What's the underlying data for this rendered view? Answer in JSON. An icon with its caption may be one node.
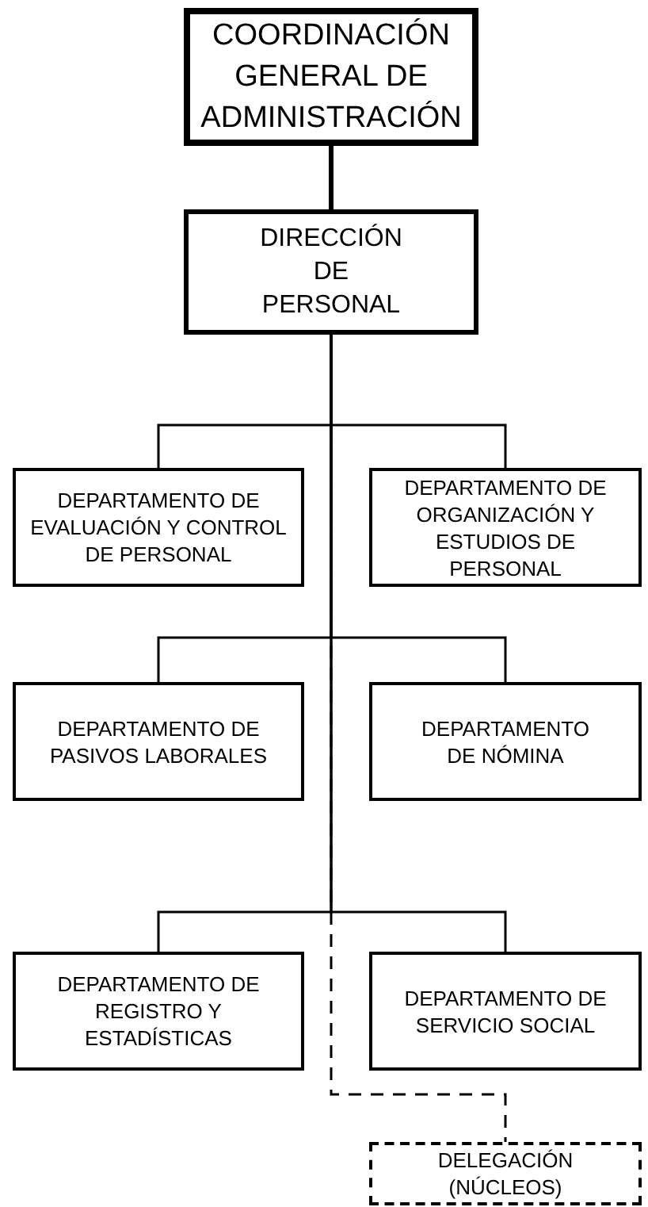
{
  "diagram": {
    "nodes": [
      {
        "text": [
          "COORDINACIÓN GENERAL DE ADMINISTRACIÓN"
        ]
      },
      {
        "text": [
          "DIRECCIÓN DE PERSONAL"
        ]
      },
      {
        "text": [
          "DEPARTAMENTO DE EVALUACIÓN Y CONTROL DE PERSONAL"
        ]
      },
      {
        "text": [
          "DEPARTAMENTO DE ORGANIZACIÓN Y ESTUDIOS DE PERSONAL"
        ]
      },
      {
        "text": [
          "DEPARTAMENTO DE PASIVOS LABORALES"
        ]
      },
      {
        "text": [
          "DEPARTAMENTO DE NÓMINA"
        ]
      },
      {
        "text": [
          "DEPARTAMENTO DE REGISTRO Y ESTADÍSTICAS"
        ]
      },
      {
        "text": [
          "DEPARTAMENTO DE SERVICIO SOCIAL"
        ]
      },
      {
        "text": [
          "DELEGACIÓN (NÚCLEOS)"
        ]
      }
    ],
    "edges": [
      {
        "from": 0,
        "to": 1,
        "arrow": "none",
        "style": "thick"
      },
      {
        "from": 1,
        "to": 2,
        "arrow": "none"
      },
      {
        "from": 1,
        "to": 3,
        "arrow": "none"
      },
      {
        "from": 1,
        "to": 4,
        "arrow": "none"
      },
      {
        "from": 1,
        "to": 5,
        "arrow": "none"
      },
      {
        "from": 1,
        "to": 6,
        "arrow": "none"
      },
      {
        "from": 1,
        "to": 7,
        "arrow": "none"
      },
      {
        "from": 1,
        "to": 8,
        "arrow": "none",
        "style": "dashed"
      }
    ]
  }
}
